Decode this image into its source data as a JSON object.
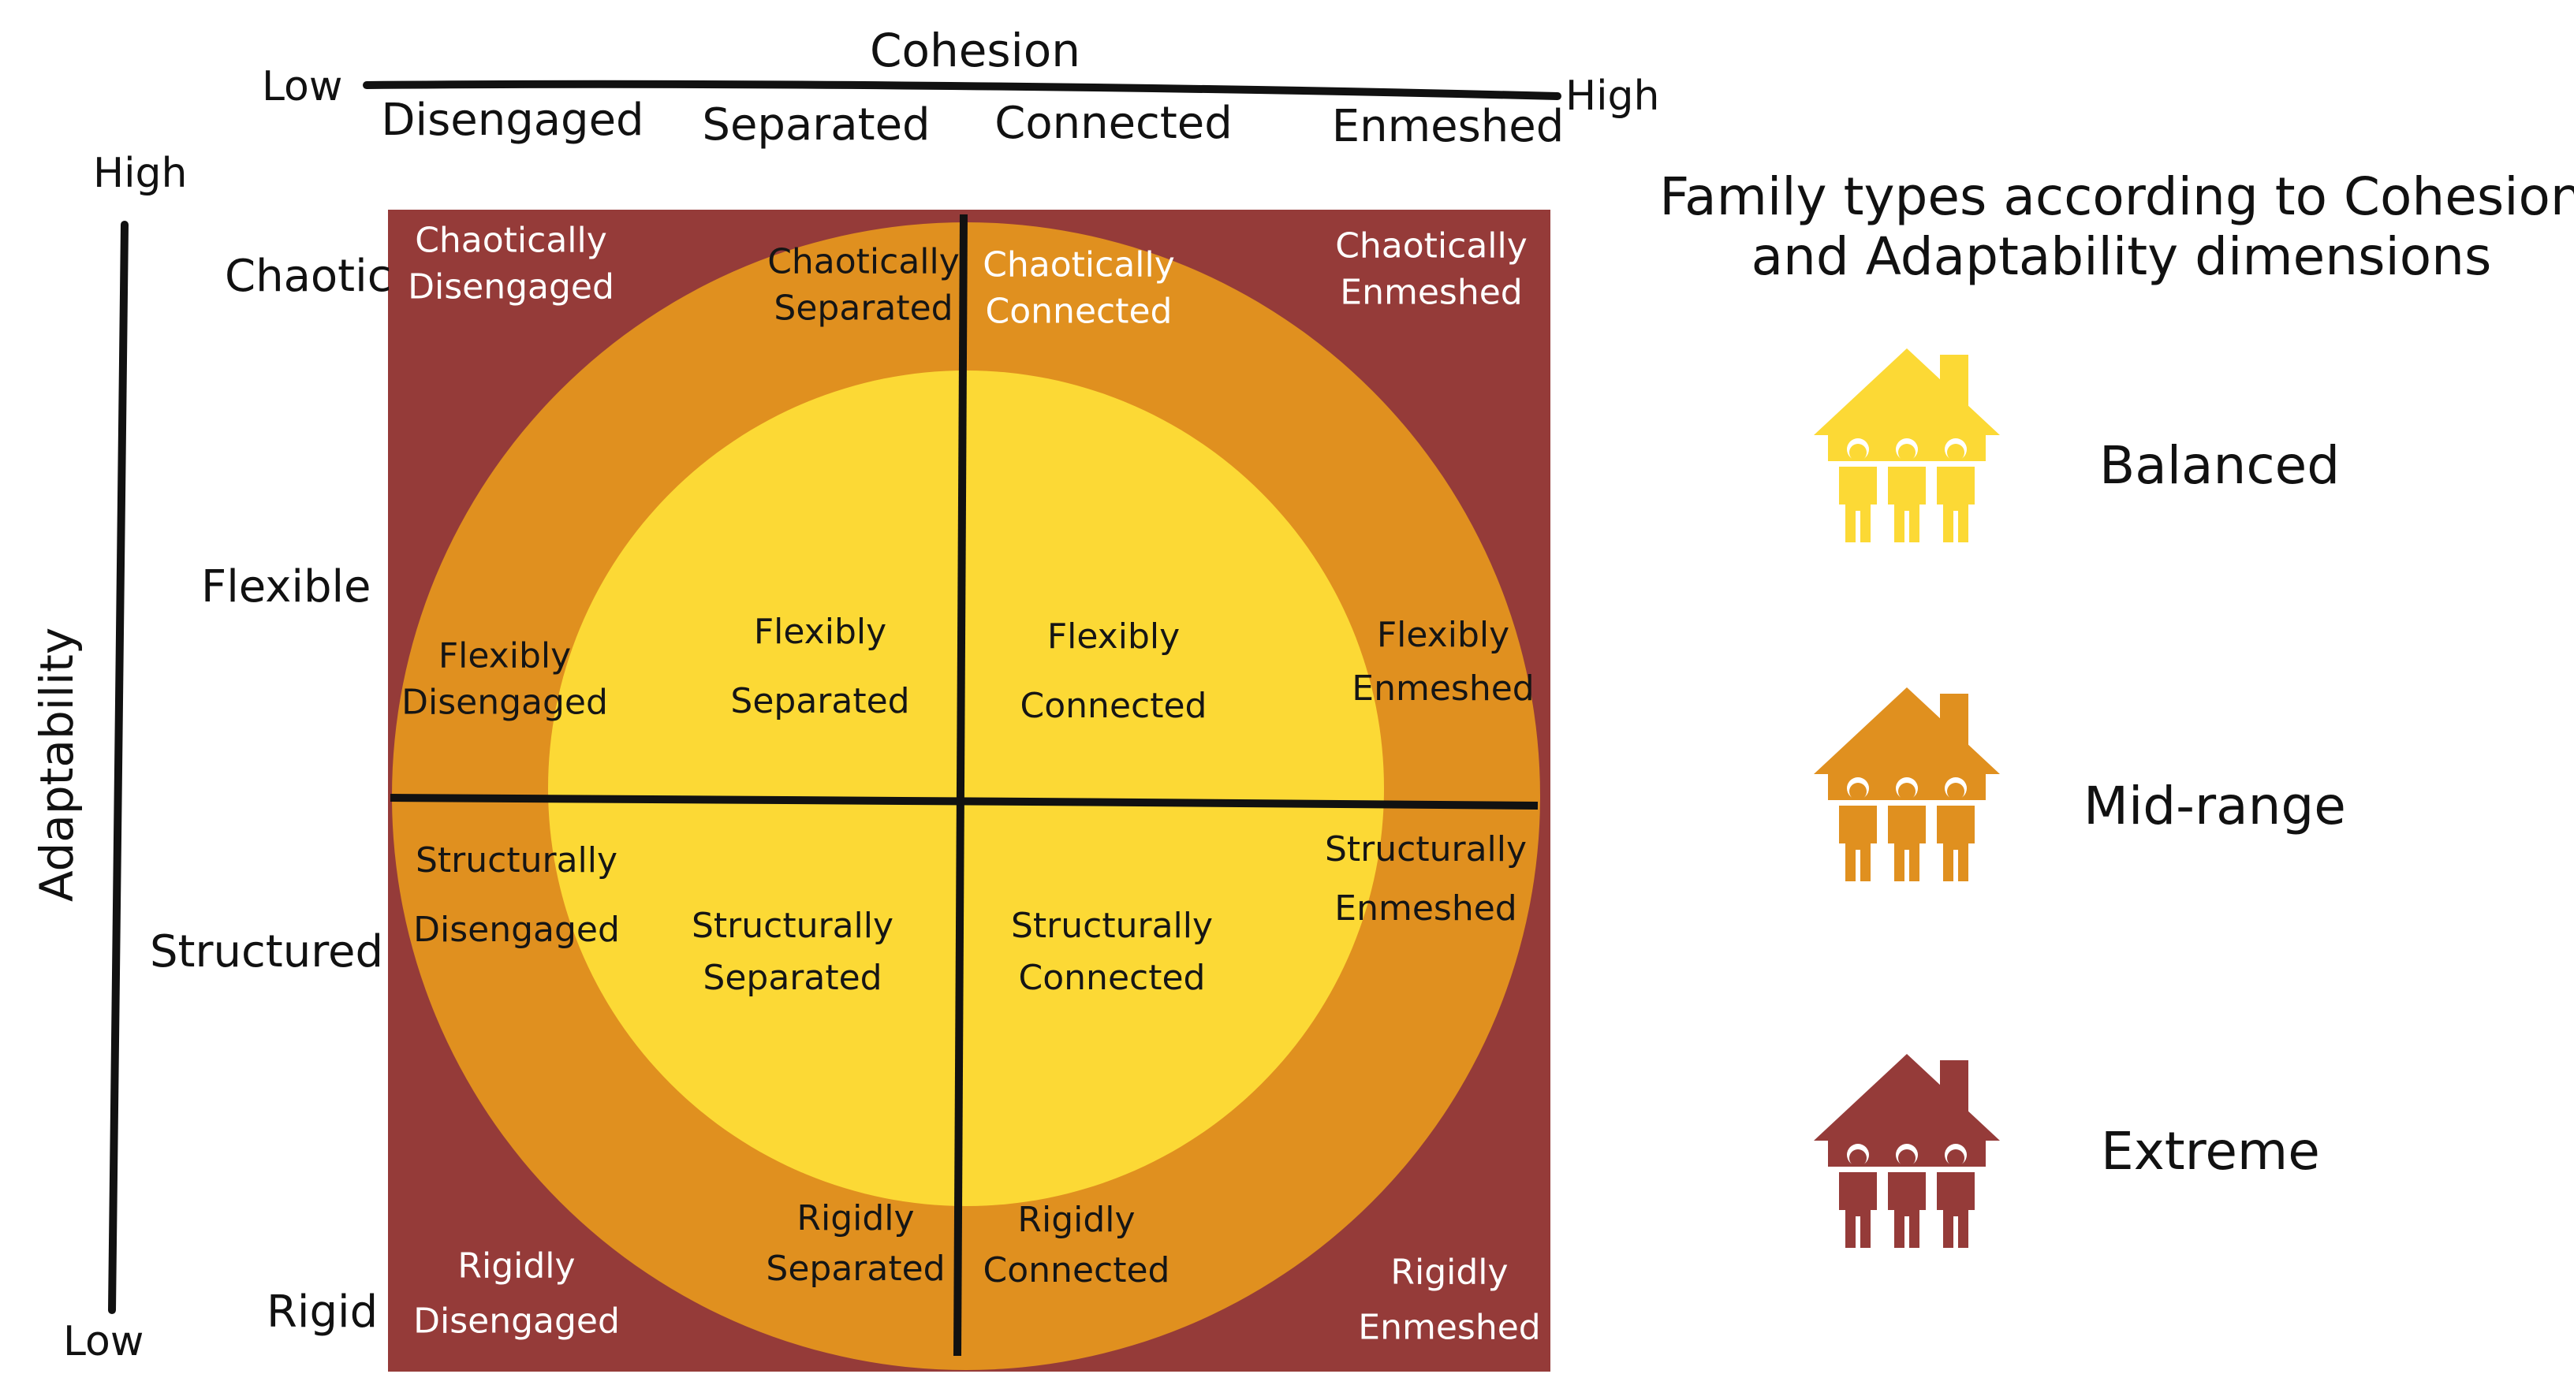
{
  "cohesion_axis": {
    "title": "Cohesion",
    "low": "Low",
    "high": "High",
    "levels": [
      "Disengaged",
      "Separated",
      "Connected",
      "Enmeshed"
    ]
  },
  "adaptability_axis": {
    "title": "Adaptability",
    "high": "High",
    "low": "Low",
    "levels": [
      "Chaotic",
      "Flexible",
      "Structured",
      "Rigid"
    ]
  },
  "colors": {
    "extreme": "#953b39",
    "mid_range": "#e0901f",
    "balanced": "#fcd935"
  },
  "cells": {
    "chaotically_disengaged": [
      "Chaotically",
      "Disengaged"
    ],
    "chaotically_separated": [
      "Chaotically",
      "Separated"
    ],
    "chaotically_connected": [
      "Chaotically",
      "Connected"
    ],
    "chaotically_enmeshed": [
      "Chaotically",
      "Enmeshed"
    ],
    "flexibly_disengaged": [
      "Flexibly",
      "Disengaged"
    ],
    "flexibly_separated": [
      "Flexibly",
      "Separated"
    ],
    "flexibly_connected": [
      "Flexibly",
      "Connected"
    ],
    "flexibly_enmeshed": [
      "Flexibly",
      "Enmeshed"
    ],
    "structurally_disengaged": [
      "Structurally",
      "Disengaged"
    ],
    "structurally_separated": [
      "Structurally",
      "Separated"
    ],
    "structurally_connected": [
      "Structurally",
      "Connected"
    ],
    "structurally_enmeshed": [
      "Structurally",
      "Enmeshed"
    ],
    "rigidly_disengaged": [
      "Rigidly",
      "Disengaged"
    ],
    "rigidly_separated": [
      "Rigidly",
      "Separated"
    ],
    "rigidly_connected": [
      "Rigidly",
      "Connected"
    ],
    "rigidly_enmeshed": [
      "Rigidly",
      "Enmeshed"
    ]
  },
  "legend": {
    "title_line1": "Family types according to Cohesion",
    "title_line2": "and Adaptability dimensions",
    "items": [
      {
        "label": "Balanced",
        "icon": "house-family-icon",
        "color": "#fcd935"
      },
      {
        "label": "Mid-range",
        "icon": "house-family-icon",
        "color": "#e0901f"
      },
      {
        "label": "Extreme",
        "icon": "house-family-icon",
        "color": "#953b39"
      }
    ]
  }
}
